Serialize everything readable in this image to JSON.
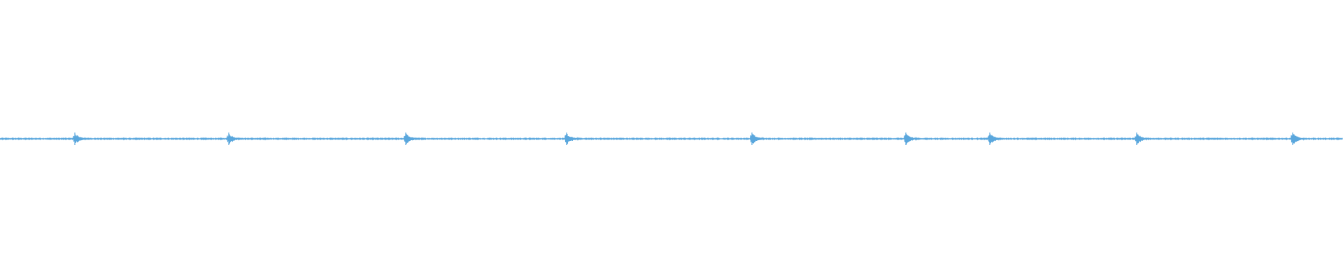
{
  "waveform": {
    "color": "#5aa7dd",
    "background": "#ffffff",
    "onset_count": 9,
    "baseline_amplitude": 0.02,
    "peak_amplitude": 0.18
  }
}
